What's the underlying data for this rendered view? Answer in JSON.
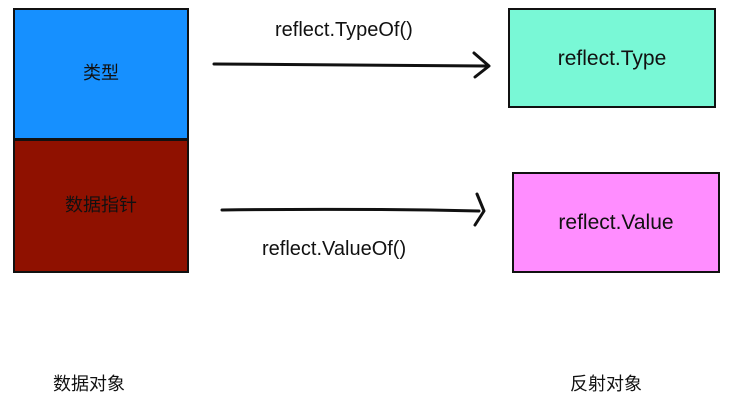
{
  "diagram": {
    "left_stack": {
      "top_box": {
        "label": "类型",
        "fill": "#1690ff"
      },
      "bottom_box": {
        "label": "数据指针",
        "fill": "#8f1100"
      }
    },
    "right_boxes": {
      "type_box": {
        "label": "reflect.Type",
        "fill": "#79f8d6"
      },
      "value_box": {
        "label": "reflect.Value",
        "fill": "#ff8dff"
      }
    },
    "edges": {
      "type_of": {
        "label": "reflect.TypeOf()"
      },
      "value_of": {
        "label": "reflect.ValueOf()"
      }
    },
    "captions": {
      "left": "数据对象",
      "right": "反射对象"
    },
    "colors": {
      "stroke": "#111111",
      "background": "#ffffff"
    }
  }
}
